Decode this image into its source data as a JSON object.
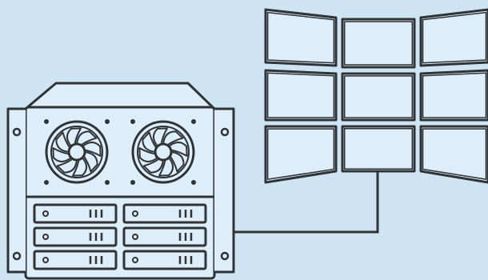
{
  "colors": {
    "background": "#cfe4f2",
    "line": "#2f3336",
    "fill": "#ddeefa"
  },
  "server": {
    "icon": "server-rack-icon",
    "fan_icon": "cooling-fan-icon",
    "drive_icon": "drive-bay-icon",
    "drive_bay_count": 6,
    "fan_count": 2
  },
  "cable": {
    "icon": "connection-cable-icon"
  },
  "video_wall": {
    "icon": "video-wall-icon",
    "panel_icon": "display-panel-icon",
    "rows": 3,
    "columns": 3
  }
}
